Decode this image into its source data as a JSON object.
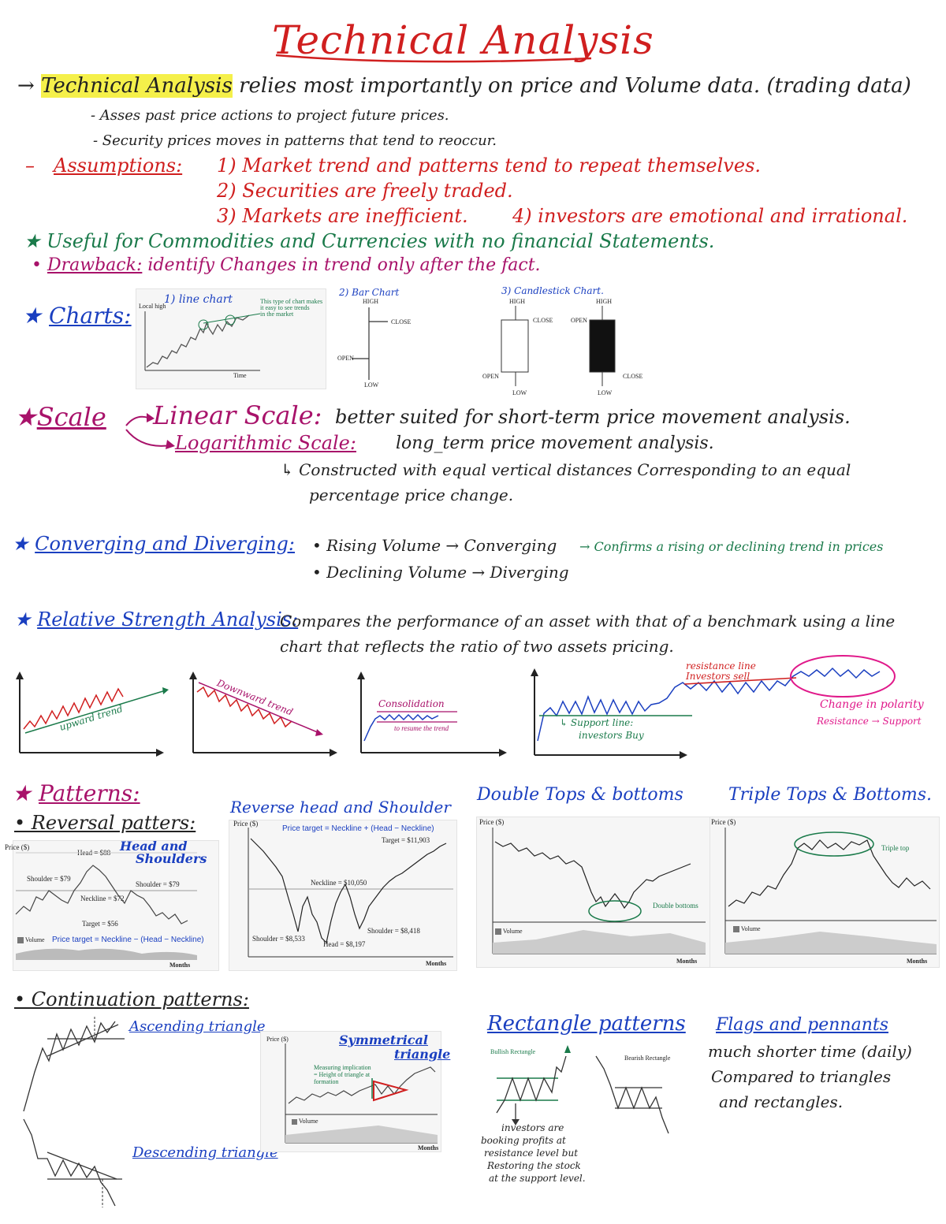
{
  "title": "Technical Analysis",
  "intro": {
    "lead": "Technical Analysis",
    "text": "relies most importantly on price and Volume data. (trading data)",
    "b1": "- Asses past price actions to project future prices.",
    "b2": "- Security prices moves in patterns that tend to reoccur."
  },
  "assumptions": {
    "label": "Assumptions:",
    "a1": "1) Market trend and patterns tend to repeat themselves.",
    "a2": "2) Securities are freely traded.",
    "a3": "3) Markets are inefficient.",
    "a4": "4) investors are emotional and irrational."
  },
  "useful": "Useful for Commodities and Currencies with no financial Statements.",
  "drawback": {
    "label": "Drawback:",
    "text": "identify Changes in trend only after the fact."
  },
  "charts": {
    "label": "Charts:",
    "line_title": "1) line chart",
    "line_small": [
      "Local high",
      "This type of chart makes",
      "it easy to see trends",
      "in the market",
      "Time"
    ],
    "bar_title": "2) Bar Chart",
    "bar_labels": [
      "HIGH",
      "CLOSE",
      "OPEN",
      "LOW"
    ],
    "candle_title": "3) Candlestick Chart.",
    "candle_labels": [
      "HIGH",
      "CLOSE",
      "OPEN",
      "LOW",
      "HIGH",
      "OPEN",
      "CLOSE",
      "LOW"
    ]
  },
  "scale": {
    "label": "Scale",
    "linear": "Linear Scale:",
    "linear_text": "better suited for short-term price movement analysis.",
    "log": "Logarithmic Scale:",
    "log_text": "long_term price movement analysis.",
    "note1": "↳ Constructed with equal vertical distances Corresponding to an equal",
    "note2": "percentage price change."
  },
  "converging": {
    "label": "Converging and Diverging:",
    "r1": "• Rising Volume → Converging",
    "r2": "• Declining Volume → Diverging",
    "confirm": "→ Confirms a rising or declining trend in prices"
  },
  "rsa": {
    "label": "Relative Strength Analysis:",
    "l1": "Compares the performance of an asset with that of a benchmark using a line",
    "l2": "chart that reflects the ratio of two assets pricing."
  },
  "trends": {
    "upward": "upward trend",
    "downward": "Downward trend",
    "consolidation": "Consolidation",
    "resume": "to resume the trend",
    "resistance": "resistance line",
    "investors_sell": "Investors sell",
    "support": "↳ Support line:",
    "investors_buy": "investors Buy",
    "polarity": "Change in polarity",
    "res_sup": "Resistance → Support"
  },
  "patterns": {
    "label": "Patterns:",
    "reversal": "• Reversal patters:",
    "hs_title": "Head and Shoulders",
    "hs_labels": [
      "Price ($)",
      "Head = $88",
      "Shoulder = $79",
      "Shoulder = $79",
      "Neckline = $72",
      "Target = $56",
      "Volume",
      "Price target = Neckline − (Head − Neckline)",
      "Months"
    ],
    "rhs_title": "Reverse head and Shoulder",
    "rhs_labels": [
      "Price ($)",
      "Price target = Neckline + (Head − Neckline)",
      "Target = $11,903",
      "Neckline = $10,050",
      "Shoulder = $8,533",
      "Head = $8,197",
      "Shoulder = $8,418",
      "Months"
    ],
    "dt_title": "Double Tops & bottoms",
    "dt_labels": [
      "Price ($)",
      "Double bottoms",
      "Volume",
      "Months"
    ],
    "tt_title": "Triple Tops & Bottoms.",
    "tt_labels": [
      "Price ($)",
      "Triple top",
      "Volume",
      "Months"
    ]
  },
  "continuation": {
    "label": "• Continuation patterns:",
    "asc": "Ascending triangle",
    "desc": "Descending triangle",
    "sym1": "Symmetrical",
    "sym2": "triangle",
    "sym_labels": [
      "Price ($)",
      "Measuring implication",
      "= Height of triangle at",
      "formation",
      "Volume",
      "Months"
    ],
    "rect_title": "Rectangle patterns",
    "rect_labels": [
      "Bullish Rectangle",
      "Bearish Rectangle"
    ],
    "rect_note": [
      "investors are",
      "booking profits at",
      "resistance level but",
      "Restoring the stock",
      "at the support level."
    ],
    "flags_title": "Flags and pennants",
    "flags_text": [
      "much shorter time (daily)",
      "Compared to triangles",
      "and rectangles."
    ]
  }
}
